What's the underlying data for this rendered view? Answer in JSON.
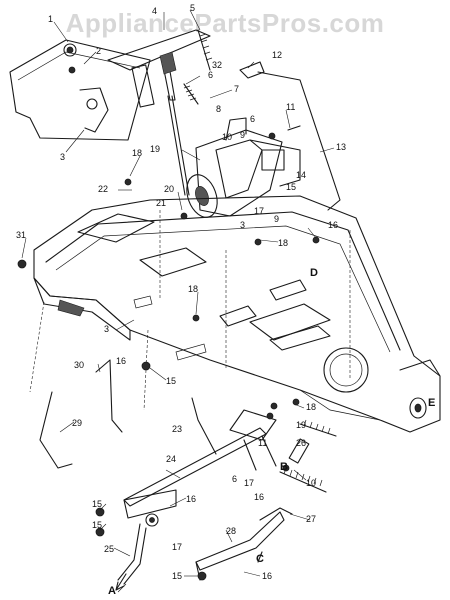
{
  "watermark": "AppliancePartsPros.com",
  "callouts": {
    "c1": "1",
    "c2": "2",
    "c3": "3",
    "c4": "4",
    "c5": "5",
    "c6": "6",
    "c32": "32",
    "c7": "7",
    "c8": "8",
    "c12": "12",
    "c11": "11",
    "c6b": "6",
    "c13": "13",
    "c10": "10",
    "c9": "9",
    "c14": "14",
    "c15": "15",
    "c19": "19",
    "c18a": "18",
    "c22": "22",
    "c20": "20",
    "c21": "21",
    "c3b": "3",
    "c17": "17",
    "c9b": "9",
    "c18b": "18",
    "c16a": "16",
    "c31": "31",
    "c18c": "18",
    "c3c": "3",
    "c30": "30",
    "c15b": "15",
    "c16b": "16",
    "c23": "23",
    "c18d": "18",
    "c19b": "19",
    "c26": "26",
    "c11b": "11",
    "c29": "29",
    "c24": "24",
    "c6c": "6",
    "c17b": "17",
    "c16c": "16",
    "c10b": "10",
    "c27": "27",
    "c15c": "15",
    "c16d": "16",
    "c15d": "15",
    "c17c": "17",
    "c25": "25",
    "c28": "28",
    "c15e": "15",
    "c16e": "16"
  },
  "letters": {
    "A": "A",
    "B": "B",
    "C": "C",
    "D": "D",
    "E": "E"
  }
}
